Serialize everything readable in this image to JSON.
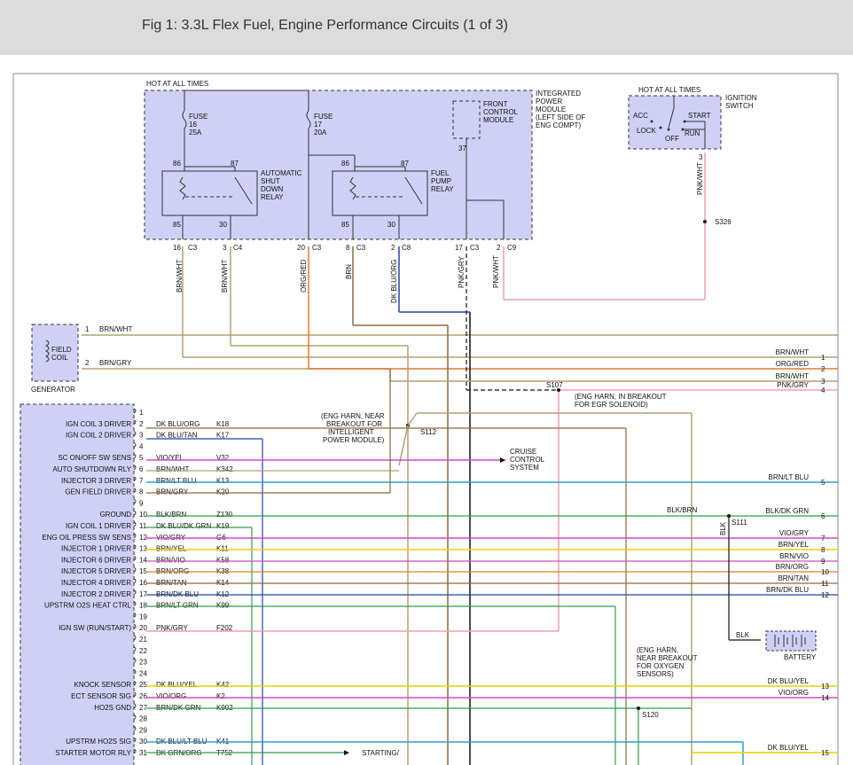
{
  "title": "Fig 1: 3.3L Flex Fuel, Engine Performance Circuits (1 of 3)",
  "colors": {
    "module_fill": "#cfd0f5",
    "brn": "#8a6a3a",
    "brn_wht": "#b4a070",
    "org_red": "#e07a30",
    "pnk": "#f0a0a8",
    "vio": "#d04cc8",
    "blu": "#2244aa",
    "ltblu": "#2aa0d0",
    "grn": "#2e9e4a",
    "yel": "#e8d400",
    "blk": "#111111"
  },
  "ipm": {
    "hot_label": "HOT AT ALL TIMES",
    "label_lines": [
      "INTEGRATED",
      "POWER",
      "MODULE",
      "(LEFT SIDE OF",
      "ENG COMPT)"
    ],
    "fuse16": [
      "FUSE",
      "16",
      "25A"
    ],
    "fuse17": [
      "FUSE",
      "17",
      "20A"
    ],
    "fcm": [
      "FRONT",
      "CONTROL",
      "MODULE"
    ],
    "fcm_pin": "37",
    "asd_relay": [
      "AUTOMATIC",
      "SHUT",
      "DOWN",
      "RELAY"
    ],
    "fp_relay": [
      "FUEL",
      "PUMP",
      "RELAY"
    ],
    "asd_pins": [
      "86",
      "87",
      "85",
      "30"
    ],
    "fp_pins": [
      "86",
      "87",
      "85",
      "30"
    ],
    "connectors": [
      {
        "pin": "16",
        "conn": "C3",
        "wire": "BRN/WHT"
      },
      {
        "pin": "3",
        "conn": "C4",
        "wire": "BRN/WHT"
      },
      {
        "pin": "20",
        "conn": "C3",
        "wire": "ORG/RED"
      },
      {
        "pin": "8",
        "conn": "C3",
        "wire": "BRN"
      },
      {
        "pin": "2",
        "conn": "C8",
        "wire": "DK BLU/ORG"
      },
      {
        "pin": "17",
        "conn": "C3",
        "wire": "PNK/GRY"
      },
      {
        "pin": "2",
        "conn": "C9",
        "wire": "PNK/WHT"
      }
    ]
  },
  "ignition": {
    "hot_label": "HOT AT ALL TIMES",
    "label": [
      "IGNITION",
      "SWITCH"
    ],
    "positions": [
      "ACC",
      "LOCK",
      "OFF",
      "START",
      "RUN"
    ],
    "pin": "3",
    "wire": "PNK/WHT",
    "splice": "S326"
  },
  "generator": {
    "label": "GENERATOR",
    "coil": [
      "FIELD",
      "COIL"
    ],
    "pins": [
      {
        "pin": "1",
        "wire": "BRN/WHT"
      },
      {
        "pin": "2",
        "wire": "BRN/GRY"
      }
    ]
  },
  "right_wires": [
    {
      "wire": "BRN/WHT",
      "num": "1"
    },
    {
      "wire": "ORG/RED",
      "num": "2"
    },
    {
      "wire": "BRN/WHT",
      "num": "3"
    },
    {
      "wire": "PNK/GRY",
      "num": "4"
    },
    {
      "wire": "BRN/LT BLU",
      "num": "5"
    },
    {
      "wire": "BLK/DK GRN",
      "num": "6"
    },
    {
      "wire": "VIO/GRY",
      "num": "7"
    },
    {
      "wire": "BRN/YEL",
      "num": "8"
    },
    {
      "wire": "BRN/VIO",
      "num": "9"
    },
    {
      "wire": "BRN/ORG",
      "num": "10"
    },
    {
      "wire": "BRN/TAN",
      "num": "11"
    },
    {
      "wire": "BRN/DK BLU",
      "num": "12"
    },
    {
      "wire": "DK BLU/YEL",
      "num": "13"
    },
    {
      "wire": "VIO/ORG",
      "num": "14"
    },
    {
      "wire": "DK BLU/YEL",
      "num": "15"
    }
  ],
  "splices": {
    "s107": "S107",
    "s107_note": [
      "(ENG HARN, IN BREAKOUT",
      "FOR EGR SOLENOID)"
    ],
    "s112": "S112",
    "s112_note": [
      "(ENG HARN, NEAR",
      "BREAKOUT FOR",
      "INTELLIGENT",
      "POWER MODULE)"
    ],
    "s111": "S111",
    "s111_blkbrn": "BLK/BRN",
    "s111_blk": "BLK",
    "s120": "S120",
    "s120_note": [
      "(ENG HARN,",
      "NEAR BREAKOUT",
      "FOR OXYGEN",
      "SENSORS)"
    ]
  },
  "cruise": [
    "CRUISE",
    "CONTROL",
    "SYSTEM"
  ],
  "starting": "STARTING/",
  "battery": {
    "label": "BATTERY",
    "wire": "BLK"
  },
  "pcm_pins": [
    {
      "pin": "1",
      "label": "",
      "wire": "",
      "circuit": ""
    },
    {
      "pin": "2",
      "label": "IGN COIL 3 DRIVER",
      "wire": "DK BLU/ORG",
      "circuit": "K18"
    },
    {
      "pin": "3",
      "label": "IGN COIL 2 DRIVER",
      "wire": "DK BLU/TAN",
      "circuit": "K17"
    },
    {
      "pin": "4",
      "label": "",
      "wire": "",
      "circuit": ""
    },
    {
      "pin": "5",
      "label": "SC ON/OFF SW SENS",
      "wire": "VIO/YEL",
      "circuit": "V32"
    },
    {
      "pin": "6",
      "label": "AUTO SHUTDOWN RLY",
      "wire": "BRN/WHT",
      "circuit": "K342"
    },
    {
      "pin": "7",
      "label": "INJECTOR 3 DRIVER",
      "wire": "BRN/LT BLU",
      "circuit": "K13"
    },
    {
      "pin": "8",
      "label": "GEN FIELD DRIVER",
      "wire": "BRN/GRY",
      "circuit": "K20"
    },
    {
      "pin": "9",
      "label": "",
      "wire": "",
      "circuit": ""
    },
    {
      "pin": "10",
      "label": "GROUND",
      "wire": "BLK/BRN",
      "circuit": "Z130"
    },
    {
      "pin": "11",
      "label": "IGN COIL 1 DRIVER",
      "wire": "DK BLU/DK GRN",
      "circuit": "K19"
    },
    {
      "pin": "12",
      "label": "ENG OIL PRESS SW SENS",
      "wire": "VIO/GRY",
      "circuit": "G6"
    },
    {
      "pin": "13",
      "label": "INJECTOR 1 DRIVER",
      "wire": "BRN/YEL",
      "circuit": "K11"
    },
    {
      "pin": "14",
      "label": "INJECTOR 6 DRIVER",
      "wire": "BRN/VIO",
      "circuit": "K58"
    },
    {
      "pin": "15",
      "label": "INJECTOR 5 DRIVER",
      "wire": "BRN/ORG",
      "circuit": "K38"
    },
    {
      "pin": "16",
      "label": "INJECTOR 4 DRIVER",
      "wire": "BRN/TAN",
      "circuit": "K14"
    },
    {
      "pin": "17",
      "label": "INJECTOR 2 DRIVER",
      "wire": "BRN/DK BLU",
      "circuit": "K12"
    },
    {
      "pin": "18",
      "label": "UPSTRM O2S HEAT CTRL",
      "wire": "BRN/LT GRN",
      "circuit": "K99"
    },
    {
      "pin": "19",
      "label": "",
      "wire": "",
      "circuit": ""
    },
    {
      "pin": "20",
      "label": "IGN SW (RUN/START)",
      "wire": "PNK/GRY",
      "circuit": "F202"
    },
    {
      "pin": "21",
      "label": "",
      "wire": "",
      "circuit": ""
    },
    {
      "pin": "22",
      "label": "",
      "wire": "",
      "circuit": ""
    },
    {
      "pin": "23",
      "label": "",
      "wire": "",
      "circuit": ""
    },
    {
      "pin": "24",
      "label": "",
      "wire": "",
      "circuit": ""
    },
    {
      "pin": "25",
      "label": "KNOCK SENSOR",
      "wire": "DK BLU/YEL",
      "circuit": "K42"
    },
    {
      "pin": "26",
      "label": "ECT SENSOR SIG",
      "wire": "VIO/ORG",
      "circuit": "K2"
    },
    {
      "pin": "27",
      "label": "HO2S GND",
      "wire": "BRN/DK GRN",
      "circuit": "K902"
    },
    {
      "pin": "28",
      "label": "",
      "wire": "",
      "circuit": ""
    },
    {
      "pin": "29",
      "label": "",
      "wire": "",
      "circuit": ""
    },
    {
      "pin": "30",
      "label": "UPSTRM HO2S SIG",
      "wire": "DK BLU/LT BLU",
      "circuit": "K41"
    },
    {
      "pin": "31",
      "label": "STARTER MOTOR RLY",
      "wire": "DK GRN/ORG",
      "circuit": "T752"
    }
  ]
}
